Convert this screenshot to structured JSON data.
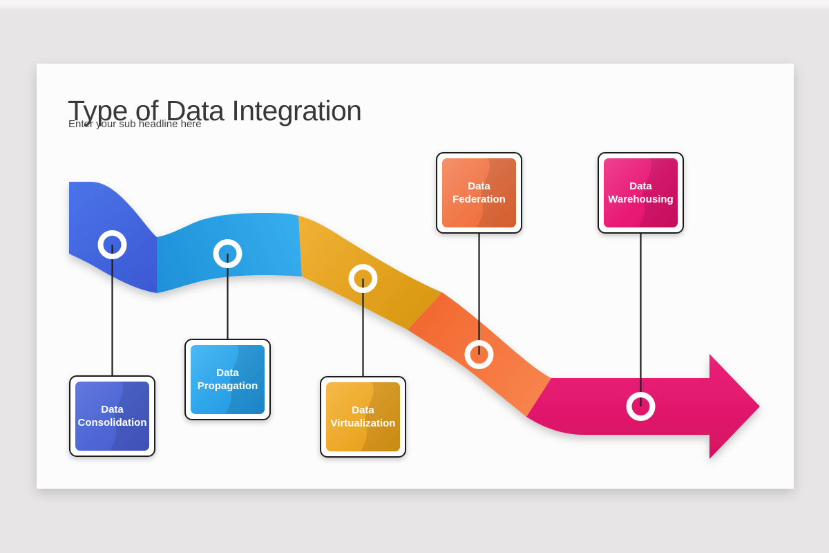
{
  "page": {
    "background_color": "#e7e5e6",
    "card_background_color": "#fcfcfc"
  },
  "header": {
    "title": "Type of Data Integration",
    "subtitle": "Enter your sub headline here",
    "title_color": "#383838",
    "subtitle_color": "#414141"
  },
  "stages": [
    {
      "label": "Data Consolidation",
      "ribbon_color_from": "#4b74e9",
      "ribbon_color_to": "#3a58d2",
      "box_color_from": "#6379de",
      "box_color_to": "#4759cd"
    },
    {
      "label": "Data Propagation",
      "ribbon_color_from": "#1e90d8",
      "ribbon_color_to": "#36aeee",
      "box_color_from": "#4cbaf2",
      "box_color_to": "#1f93dc"
    },
    {
      "label": "Data Virtualization",
      "ribbon_color_from": "#f0b034",
      "ribbon_color_to": "#d8970f",
      "box_color_from": "#f4ba4a",
      "box_color_to": "#e19a16"
    },
    {
      "label": "Data Federation",
      "ribbon_color_from": "#f26830",
      "ribbon_color_to": "#f8854e",
      "box_color_from": "#f5906a",
      "box_color_to": "#ee6832"
    },
    {
      "label": "Data Warehousing",
      "ribbon_color_from": "#ec2179",
      "ribbon_color_to": "#d61060",
      "box_color_from": "#ee4190",
      "box_color_to": "#dc0f67"
    }
  ],
  "ribbon": {
    "marker_style": "white-ring",
    "marker_color": "#ffffff",
    "connector_color": "#1e1e1e",
    "flow_direction": "left-to-right-arrow"
  }
}
